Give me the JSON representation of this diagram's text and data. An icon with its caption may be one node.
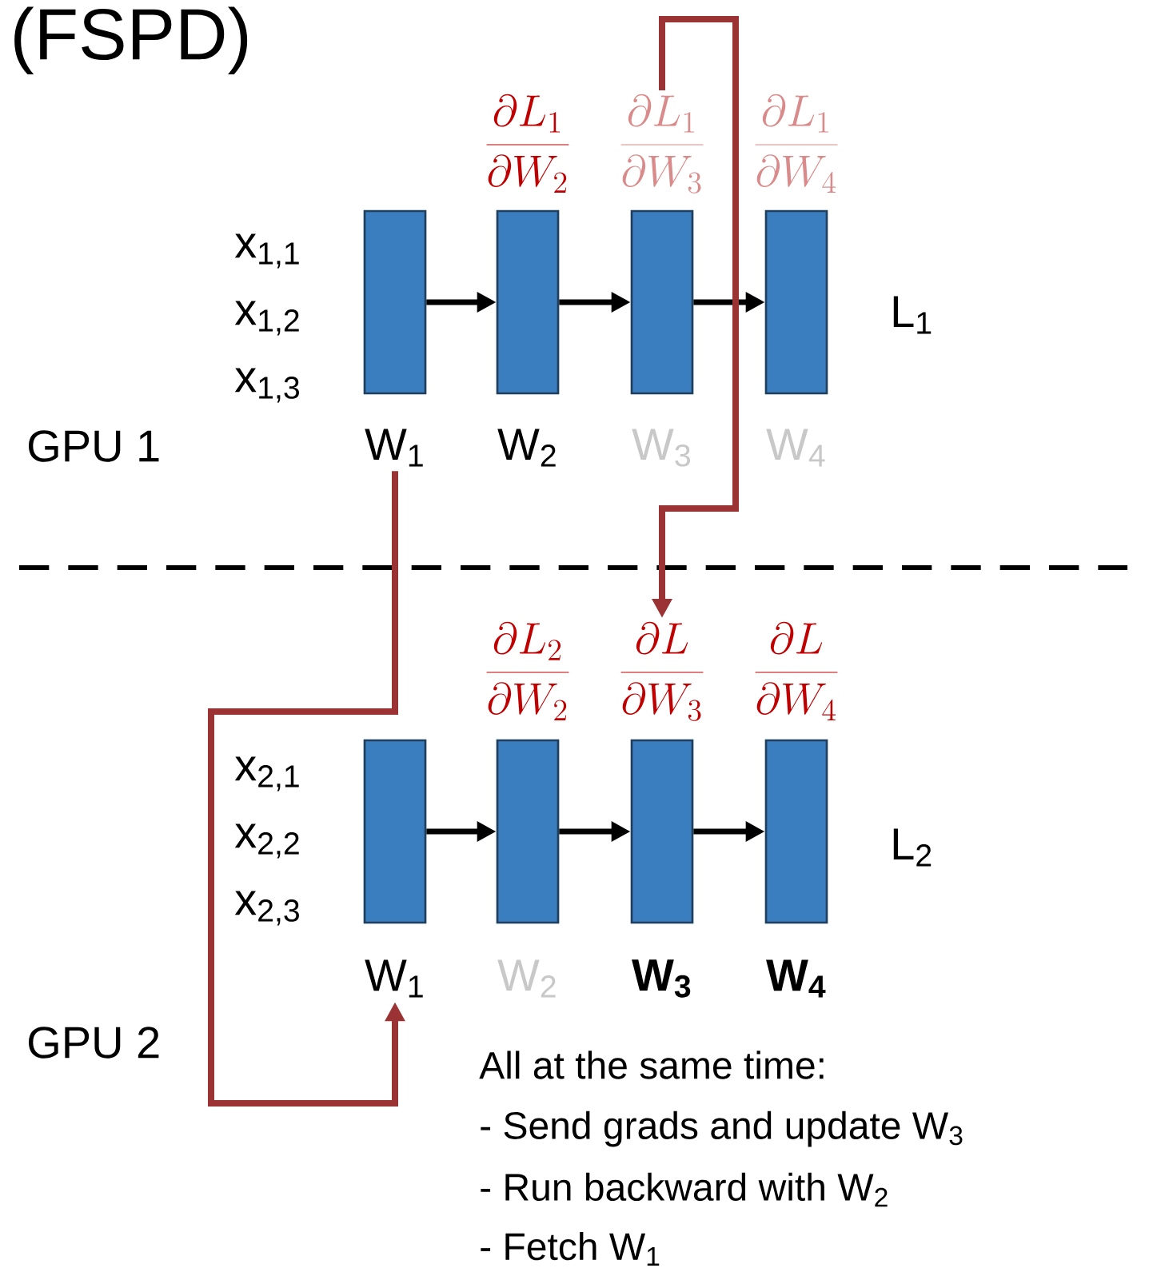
{
  "diagram": {
    "title": "(FSPD)",
    "nodes": [
      {
        "text": [],
        "shape": "box"
      },
      {
        "text": [],
        "shape": "box"
      },
      {
        "text": [],
        "shape": "box"
      },
      {
        "text": [],
        "shape": "box"
      },
      {
        "text": [
          "W$_{1}$"
        ]
      },
      {
        "text": [
          "W$_{2}$"
        ]
      },
      {
        "text": [
          "W$_{3}$"
        ]
      },
      {
        "text": [
          "W$_{4}$"
        ]
      },
      {
        "text": [
          "\\frac{\\partial L_1}{\\partial W_2}"
        ]
      },
      {
        "text": [
          "\\frac{\\partial L_1}{\\partial W_3}"
        ]
      },
      {
        "text": [
          "\\frac{\\partial L_1}{\\partial W_4}"
        ]
      },
      {
        "text": [],
        "shape": "box"
      },
      {
        "text": [],
        "shape": "box"
      },
      {
        "text": [],
        "shape": "box"
      },
      {
        "text": [],
        "shape": "box"
      },
      {
        "text": [
          "W$_{1}$"
        ]
      },
      {
        "text": [
          "W$_{2}$"
        ]
      },
      {
        "text": [
          "W$_{3}$"
        ]
      },
      {
        "text": [
          "W$_{4}$"
        ]
      },
      {
        "text": [
          "\\frac{\\partial L_2}{\\partial W_2}"
        ]
      },
      {
        "text": [
          "\\frac{\\partial L}{\\partial W_3}"
        ]
      },
      {
        "text": [
          "\\frac{\\partial L}{\\partial W_4}"
        ]
      }
    ],
    "edges": [
      {
        "from": 0,
        "to": 1,
        "arrow": "to"
      },
      {
        "from": 1,
        "to": 2,
        "arrow": "to"
      },
      {
        "from": 2,
        "to": 3,
        "arrow": "to"
      },
      {
        "from": 11,
        "to": 12,
        "arrow": "to"
      },
      {
        "from": 12,
        "to": 13,
        "arrow": "to"
      },
      {
        "from": 13,
        "to": 14,
        "arrow": "to"
      },
      {
        "from": 9,
        "to": 20,
        "arrow": "to",
        "color": "#9b3335"
      },
      {
        "from": 4,
        "to": 15,
        "arrow": "to",
        "color": "#9b3335"
      }
    ],
    "labels": [
      "x$_{1,1}$",
      "x$_{1,2}$",
      "x$_{1,3}$",
      "L$_{1}$",
      "GPU 1",
      "x$_{2,1}$",
      "x$_{2,2}$",
      "x$_{2,3}$",
      "L$_{2}$",
      "GPU 2",
      "All at the same time:",
      "- Send grads and update W$_{3}$",
      "- Run backward with W$_{2}$",
      "- Fetch W$_{1}$"
    ]
  }
}
